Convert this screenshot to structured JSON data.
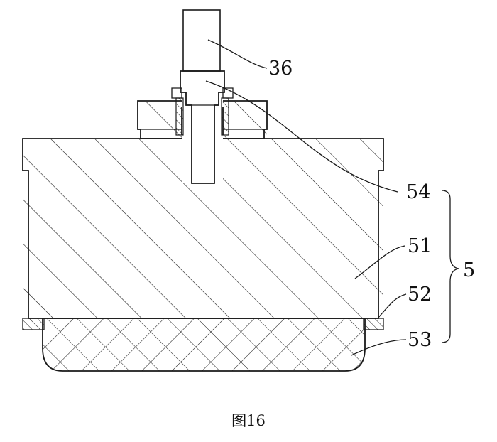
{
  "figure": {
    "caption": "图16",
    "labels": {
      "l36": "36",
      "l54": "54",
      "l51": "51",
      "l52": "52",
      "l53": "53",
      "l5": "5"
    }
  }
}
